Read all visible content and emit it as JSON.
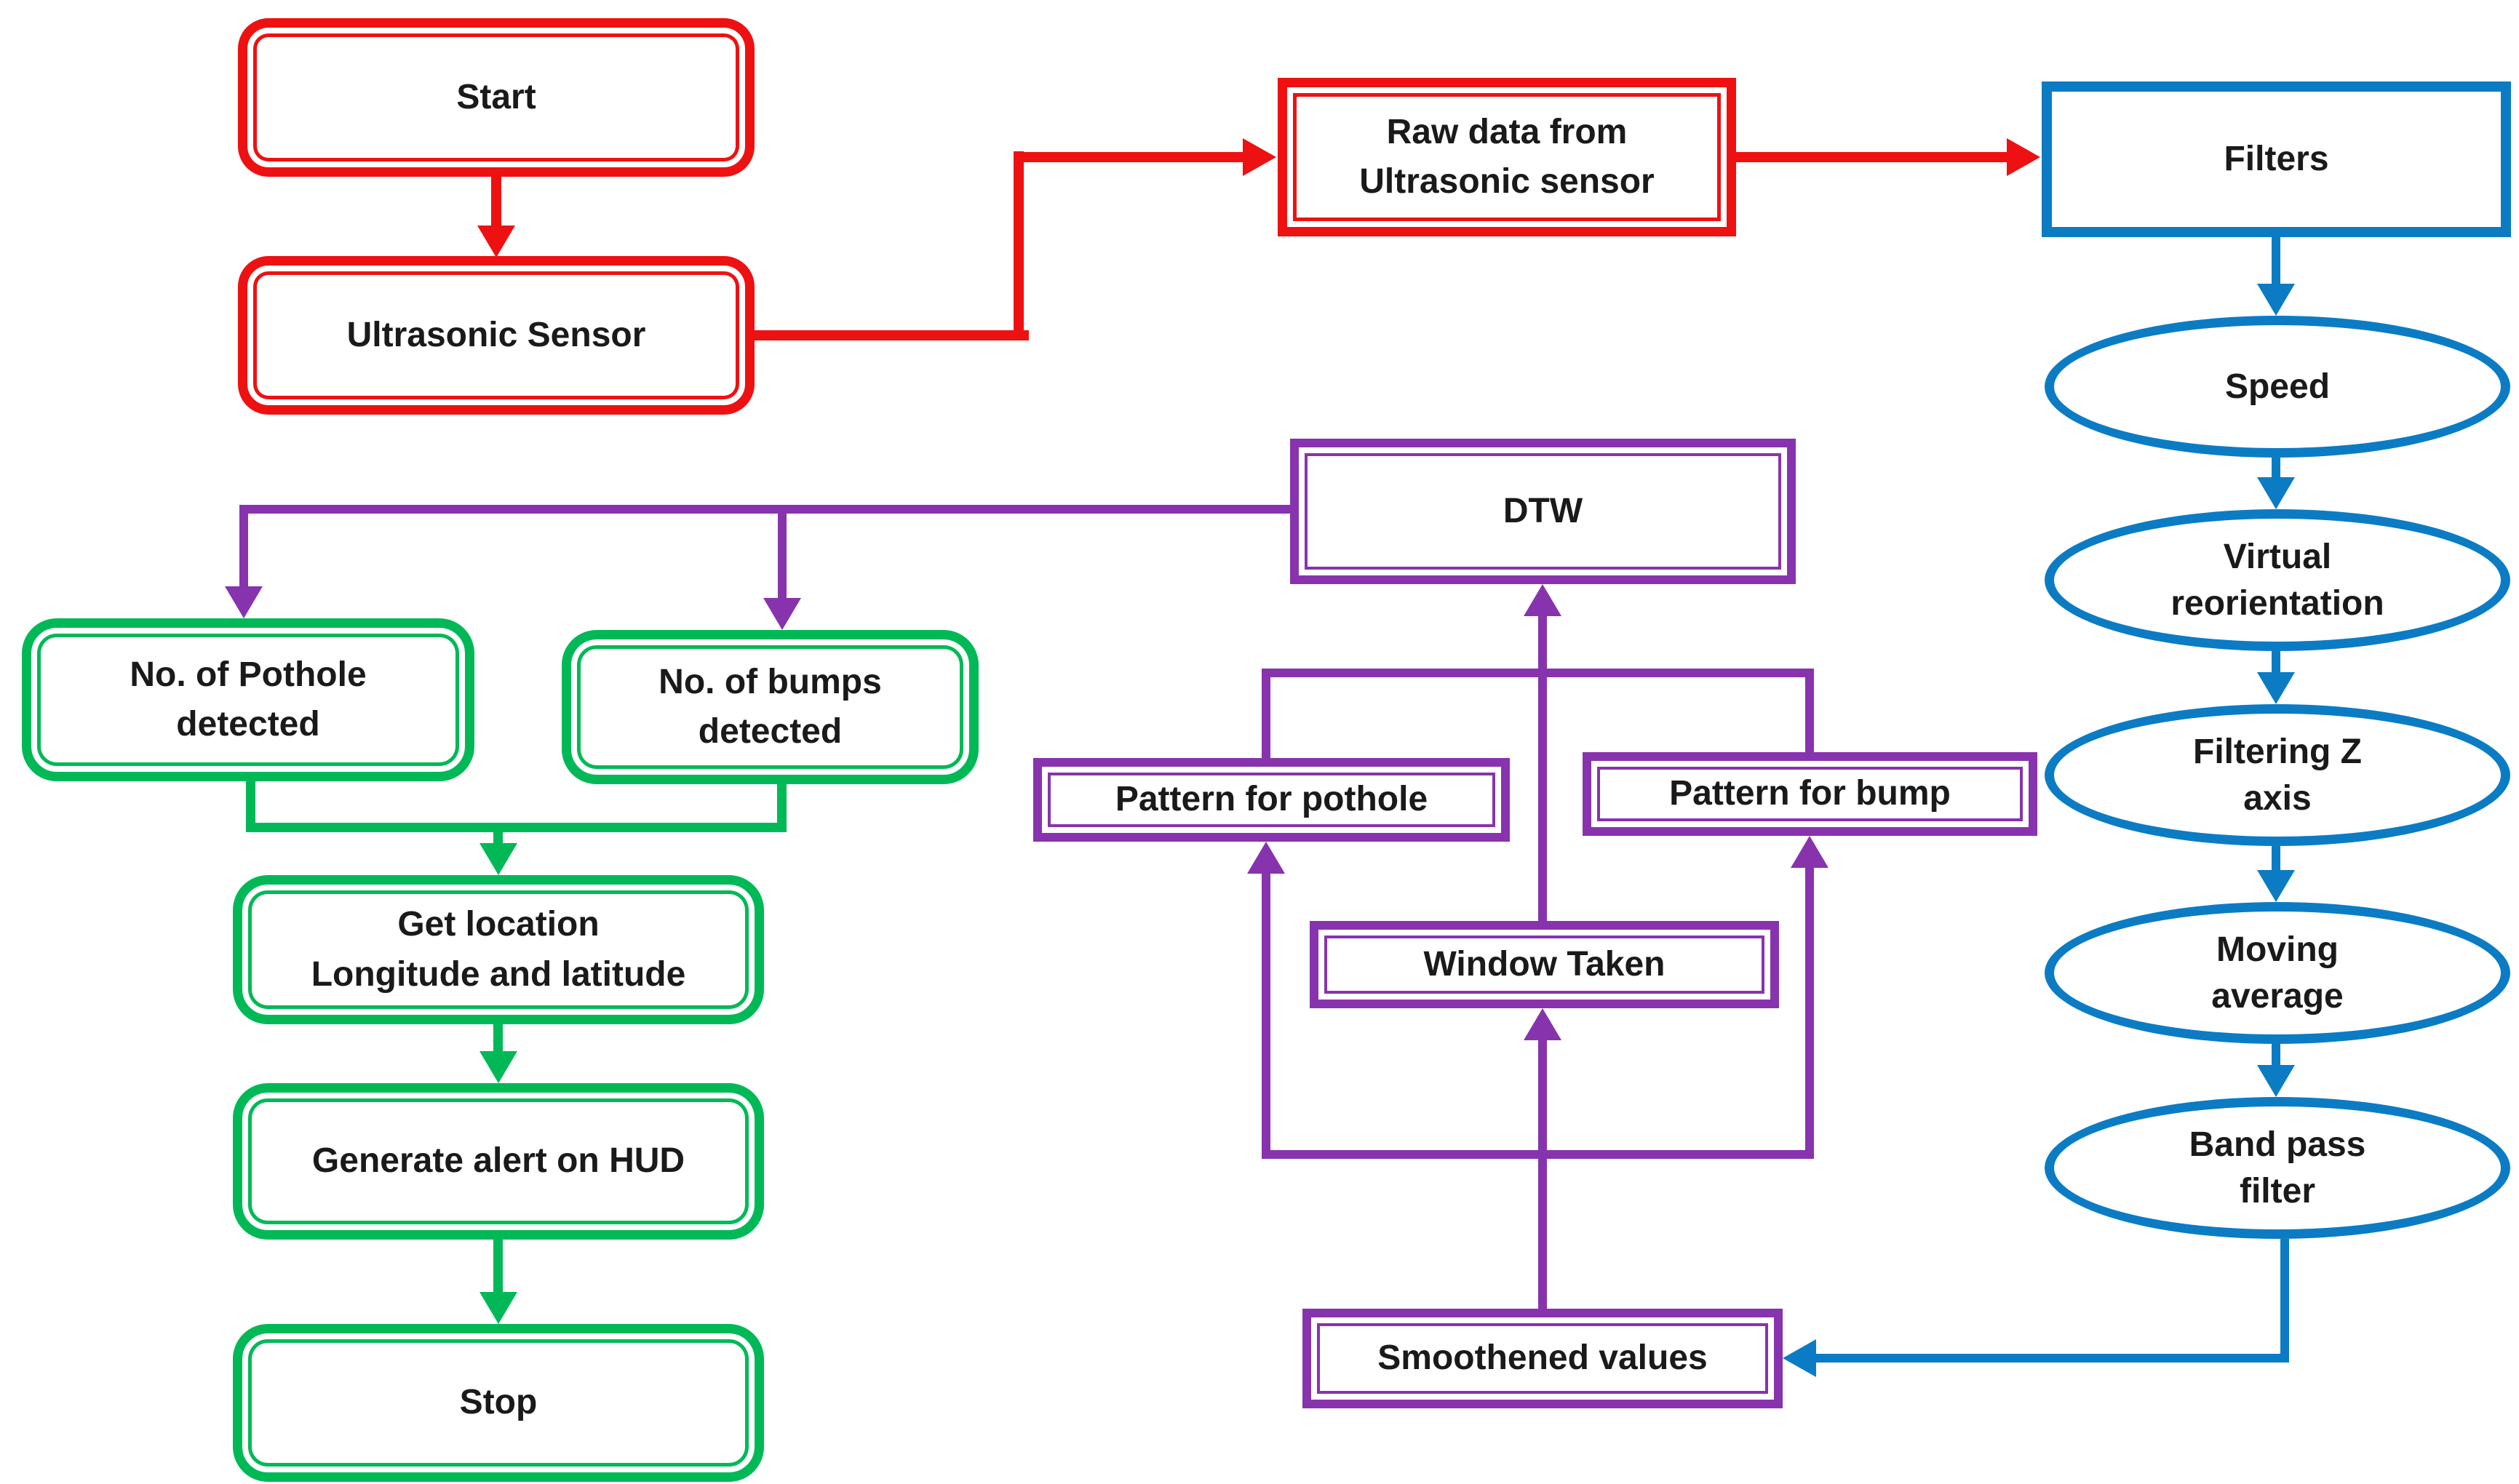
{
  "colors": {
    "red": "#EE1111",
    "green": "#00B956",
    "purple": "#8833AE",
    "blue": "#0B7CC4",
    "text": "#1A1A1A",
    "background": "#FFFFFF"
  },
  "nodes": {
    "start": {
      "label": "Start",
      "shape": "rounded-rect",
      "color": "red"
    },
    "ultrasonic_sensor": {
      "label": "Ultrasonic Sensor",
      "shape": "rounded-rect",
      "color": "red"
    },
    "raw_data": {
      "label": "Raw data from\nUltrasonic sensor",
      "shape": "rect",
      "color": "red"
    },
    "filters": {
      "label": "Filters",
      "shape": "rect",
      "color": "blue"
    },
    "speed": {
      "label": "Speed",
      "shape": "ellipse",
      "color": "blue"
    },
    "virtual_reorientation": {
      "label": "Virtual\nreorientation",
      "shape": "ellipse",
      "color": "blue"
    },
    "filtering_z_axis": {
      "label": "Filtering Z\naxis",
      "shape": "ellipse",
      "color": "blue"
    },
    "moving_average": {
      "label": "Moving\naverage",
      "shape": "ellipse",
      "color": "blue"
    },
    "band_pass_filter": {
      "label": "Band pass\nfilter",
      "shape": "ellipse",
      "color": "blue"
    },
    "smoothened_values": {
      "label": "Smoothened values",
      "shape": "rect",
      "color": "purple"
    },
    "window_taken": {
      "label": "Window Taken",
      "shape": "rect",
      "color": "purple"
    },
    "pattern_for_pothole": {
      "label": "Pattern for pothole",
      "shape": "rect",
      "color": "purple"
    },
    "pattern_for_bump": {
      "label": "Pattern for bump",
      "shape": "rect",
      "color": "purple"
    },
    "dtw": {
      "label": "DTW",
      "shape": "rect",
      "color": "purple"
    },
    "pothole_count": {
      "label": "No. of Pothole\ndetected",
      "shape": "rounded-rect",
      "color": "green"
    },
    "bumps_count": {
      "label": "No. of bumps\ndetected",
      "shape": "rounded-rect",
      "color": "green"
    },
    "get_location": {
      "label": "Get location\nLongitude and latitude",
      "shape": "rounded-rect",
      "color": "green"
    },
    "generate_alert": {
      "label": "Generate alert on HUD",
      "shape": "rounded-rect",
      "color": "green"
    },
    "stop": {
      "label": "Stop",
      "shape": "rounded-rect",
      "color": "green"
    }
  },
  "edges": [
    {
      "from": "start",
      "to": "ultrasonic_sensor",
      "color": "red"
    },
    {
      "from": "ultrasonic_sensor",
      "to": "raw_data",
      "color": "red"
    },
    {
      "from": "raw_data",
      "to": "filters",
      "color": "red"
    },
    {
      "from": "filters",
      "to": "speed",
      "color": "blue"
    },
    {
      "from": "speed",
      "to": "virtual_reorientation",
      "color": "blue"
    },
    {
      "from": "virtual_reorientation",
      "to": "filtering_z_axis",
      "color": "blue"
    },
    {
      "from": "filtering_z_axis",
      "to": "moving_average",
      "color": "blue"
    },
    {
      "from": "moving_average",
      "to": "band_pass_filter",
      "color": "blue"
    },
    {
      "from": "band_pass_filter",
      "to": "smoothened_values",
      "color": "blue"
    },
    {
      "from": "smoothened_values",
      "to": "window_taken",
      "color": "purple"
    },
    {
      "from": "smoothened_values",
      "to": "pattern_for_pothole",
      "color": "purple"
    },
    {
      "from": "smoothened_values",
      "to": "pattern_for_bump",
      "color": "purple"
    },
    {
      "from": "window_taken",
      "to": "dtw",
      "color": "purple"
    },
    {
      "from": "pattern_for_pothole",
      "to": "dtw",
      "color": "purple"
    },
    {
      "from": "pattern_for_bump",
      "to": "dtw",
      "color": "purple"
    },
    {
      "from": "dtw",
      "to": "pothole_count",
      "color": "purple"
    },
    {
      "from": "dtw",
      "to": "bumps_count",
      "color": "purple"
    },
    {
      "from": "pothole_count",
      "to": "get_location",
      "color": "green"
    },
    {
      "from": "bumps_count",
      "to": "get_location",
      "color": "green"
    },
    {
      "from": "get_location",
      "to": "generate_alert",
      "color": "green"
    },
    {
      "from": "generate_alert",
      "to": "stop",
      "color": "green"
    }
  ]
}
